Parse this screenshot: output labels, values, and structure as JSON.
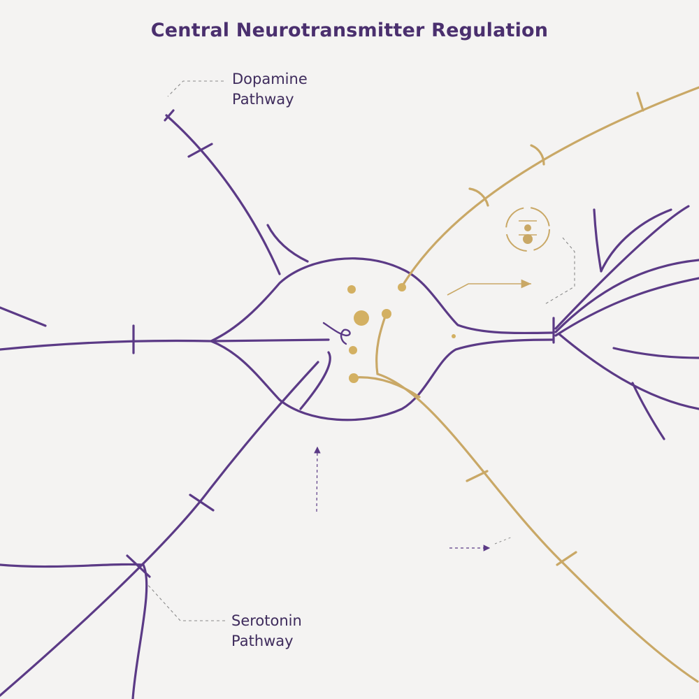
{
  "title": "Central Neurotransmitter Regulation",
  "labels": {
    "dopamine": {
      "line1": "Dopamine",
      "line2": "Pathway"
    },
    "serotonin": {
      "line1": "Serotonin",
      "line2": "Pathway"
    }
  },
  "colors": {
    "background": "#f4f3f2",
    "purple_pathway": "#5b3a86",
    "gold_pathway": "#c9a866",
    "title_text": "#4a2f6e",
    "label_text": "#3e2b5c",
    "leader_line": "#8a8a8a"
  },
  "icons": [
    "molecule-cluster-icon",
    "arrow-right-icon",
    "arrow-up-icon"
  ]
}
